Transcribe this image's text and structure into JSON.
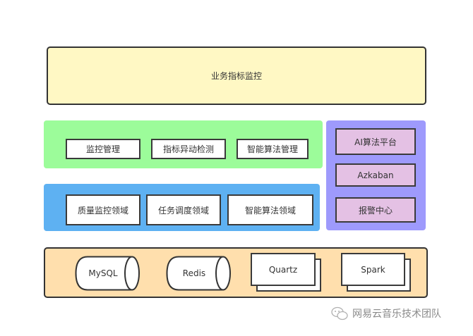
{
  "top_layer": {
    "label": "业务指标监控",
    "color": "#fff8c4"
  },
  "monitor_layer": {
    "color": "#9cfc9a",
    "items": [
      "监控管理",
      "指标异动检测",
      "智能算法管理"
    ]
  },
  "domain_layer": {
    "color": "#5eb1f2",
    "items": [
      "质量监控领域",
      "任务调度领域",
      "智能算法领域"
    ]
  },
  "platform_layer": {
    "color": "#9e9afc",
    "items": [
      "AI算法平台",
      "Azkaban",
      "报警中心"
    ]
  },
  "infra_layer": {
    "color": "#ffdfad",
    "databases": [
      "MySQL",
      "Redis"
    ],
    "services": [
      "Quartz",
      "Spark"
    ]
  },
  "watermark": {
    "icon": "wechat-icon",
    "text": "网易云音乐技术团队"
  }
}
